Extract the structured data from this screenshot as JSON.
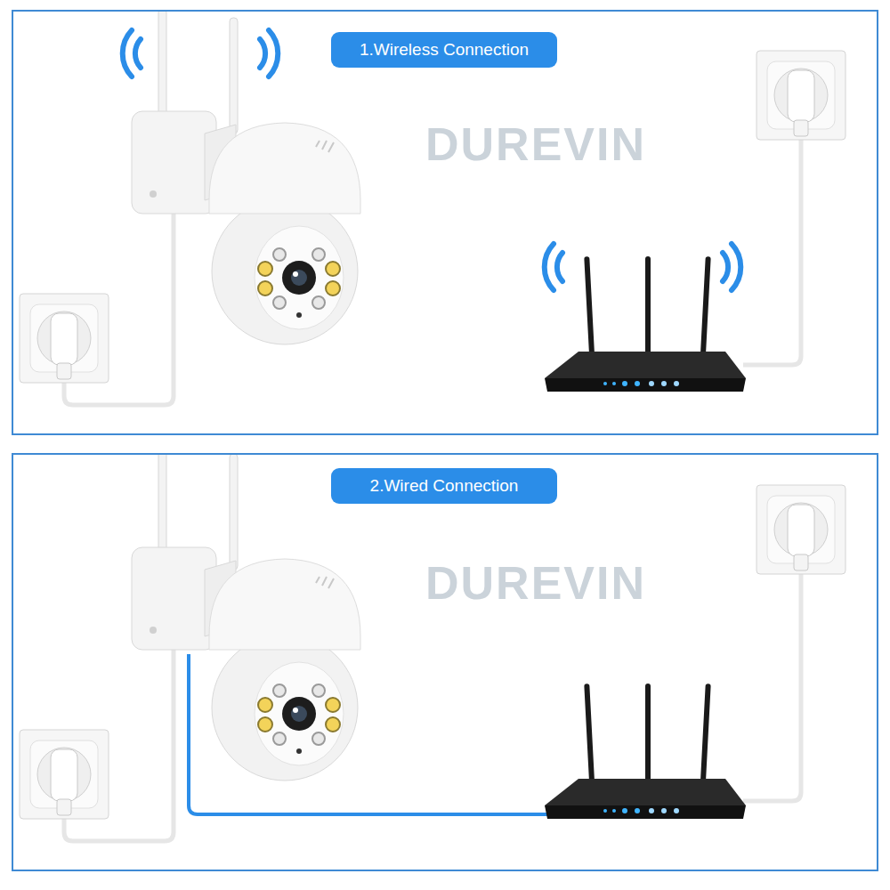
{
  "diagram": {
    "nodes": [
      {
        "text": [
          "1.Wireless Connection"
        ]
      },
      {
        "text": [
          "2.Wired Connection"
        ]
      }
    ],
    "labels": [
      "DUREVIN",
      "DUREVIN"
    ]
  }
}
